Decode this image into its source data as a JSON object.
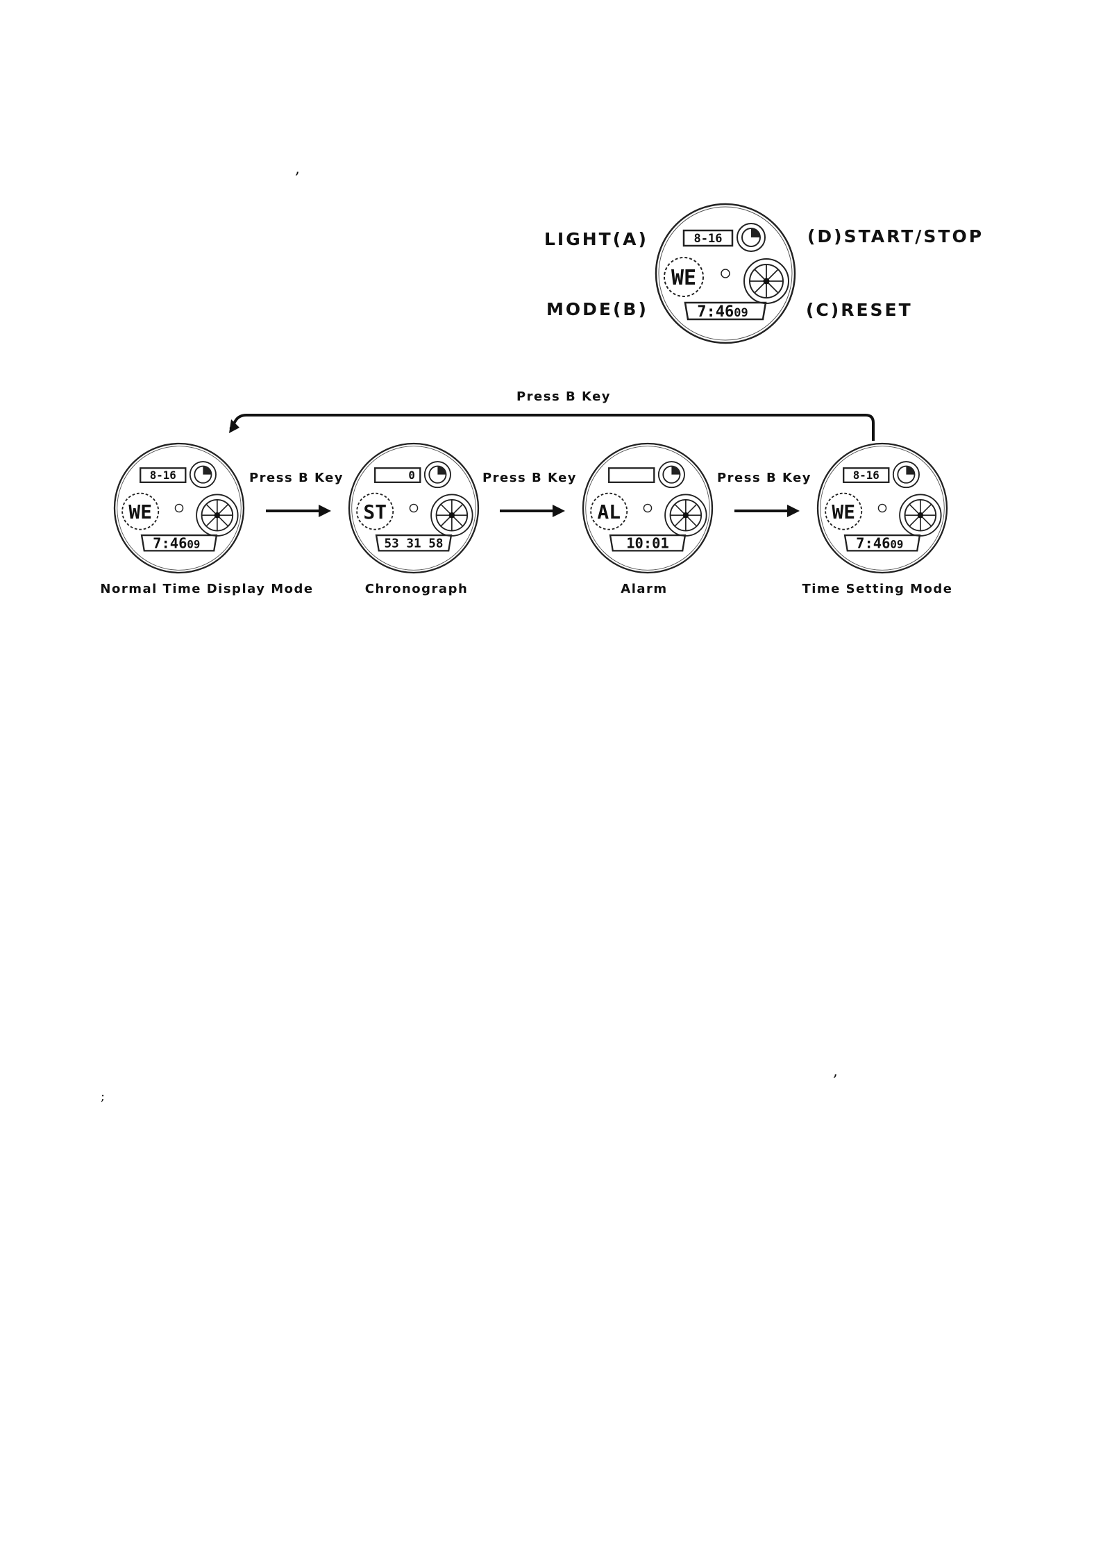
{
  "stray_marks": {
    "comma_top": ",",
    "comma_bottom": ",",
    "semicolon": ";"
  },
  "button_labels": {
    "light": "LIGHT(A)",
    "mode": "MODE(B)",
    "start_stop": "(D)START/STOP",
    "reset": "(C)RESET"
  },
  "main_watch": {
    "date": "8-16",
    "day": "WE",
    "time_main": "7:46",
    "time_seconds": "09"
  },
  "mode_cycle": {
    "loop_label": "Press B Key",
    "step_label": "Press B Key",
    "modes": [
      {
        "name": "Normal Time Display Mode",
        "top": "8-16",
        "center": "WE",
        "bottom_main": "7:46",
        "bottom_seconds": "09"
      },
      {
        "name": "Chronograph",
        "top": "0",
        "center": "ST",
        "bottom_main": "53 31 58",
        "bottom_seconds": ""
      },
      {
        "name": "Alarm",
        "top": "",
        "center": "AL",
        "bottom_main": "10:01",
        "bottom_seconds": ""
      },
      {
        "name": "Time Setting Mode",
        "top": "8-16",
        "center": "WE",
        "bottom_main": "7:46",
        "bottom_seconds": "09"
      }
    ]
  },
  "colors": {
    "ink": "#111111",
    "paper": "#ffffff"
  }
}
